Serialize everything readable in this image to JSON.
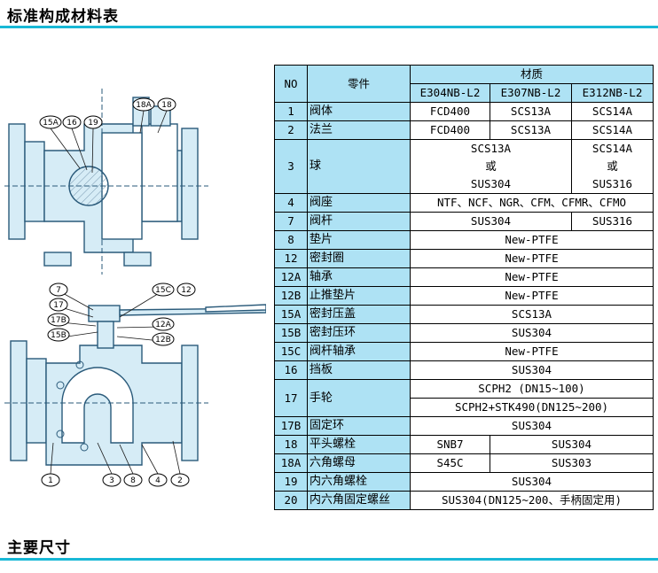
{
  "sections": {
    "materials_title": "标准构成材料表",
    "dimensions_title": "主要尺寸"
  },
  "colors": {
    "accent": "#18b8d6",
    "header_fill": "#aee2f4"
  },
  "table": {
    "col_no": "NO",
    "col_part": "零件",
    "col_material": "材质",
    "models": [
      "E304NB-L2",
      "E307NB-L2",
      "E312NB-L2"
    ],
    "rows": [
      {
        "no": "1",
        "part": "阀体",
        "c1": "FCD400",
        "c2": "SCS13A",
        "c3": "SCS14A"
      },
      {
        "no": "2",
        "part": "法兰",
        "c1": "FCD400",
        "c2": "SCS13A",
        "c3": "SCS14A"
      },
      {
        "no": "3",
        "part": "球",
        "ab_line1": "SCS13A",
        "ab_line2": "或",
        "ab_line3": "SUS304",
        "c_line1": "SCS14A",
        "c_line2": "或",
        "c_line3": "SUS316"
      },
      {
        "no": "4",
        "part": "阀座",
        "all": "NTF、NCF、NGR、CFM、CFMR、CFMO"
      },
      {
        "no": "7",
        "part": "阀杆",
        "ab": "SUS304",
        "c3": "SUS316"
      },
      {
        "no": "8",
        "part": "垫片",
        "all": "New-PTFE"
      },
      {
        "no": "12",
        "part": "密封圈",
        "all": "New-PTFE"
      },
      {
        "no": "12A",
        "part": "轴承",
        "all": "New-PTFE"
      },
      {
        "no": "12B",
        "part": "止推垫片",
        "all": "New-PTFE"
      },
      {
        "no": "15A",
        "part": "密封压盖",
        "all": "SCS13A"
      },
      {
        "no": "15B",
        "part": "密封压环",
        "all": "SUS304"
      },
      {
        "no": "15C",
        "part": "阀杆轴承",
        "all": "New-PTFE"
      },
      {
        "no": "16",
        "part": "挡板",
        "all": "SUS304"
      },
      {
        "no": "17",
        "part": "手轮",
        "line1": "SCPH2 (DN15~100)",
        "line2": "SCPH2+STK490(DN125~200)"
      },
      {
        "no": "17B",
        "part": "固定环",
        "all": "SUS304"
      },
      {
        "no": "18",
        "part": "平头螺栓",
        "c1": "SNB7",
        "bc": "SUS304"
      },
      {
        "no": "18A",
        "part": "六角螺母",
        "c1": "S45C",
        "bc": "SUS303"
      },
      {
        "no": "19",
        "part": "内六角螺栓",
        "all": "SUS304"
      },
      {
        "no": "20",
        "part": "内六角固定螺丝",
        "all": "SUS304(DN125~200、手柄固定用)"
      }
    ]
  },
  "callouts": {
    "top": [
      "15A",
      "16",
      "19",
      "18A",
      "18"
    ],
    "bottom_left": [
      "7",
      "17",
      "17B",
      "15B"
    ],
    "bottom_right": [
      "15C",
      "12",
      "12A",
      "12B"
    ],
    "bottom_under": [
      "1",
      "3",
      "8",
      "4",
      "2"
    ]
  }
}
